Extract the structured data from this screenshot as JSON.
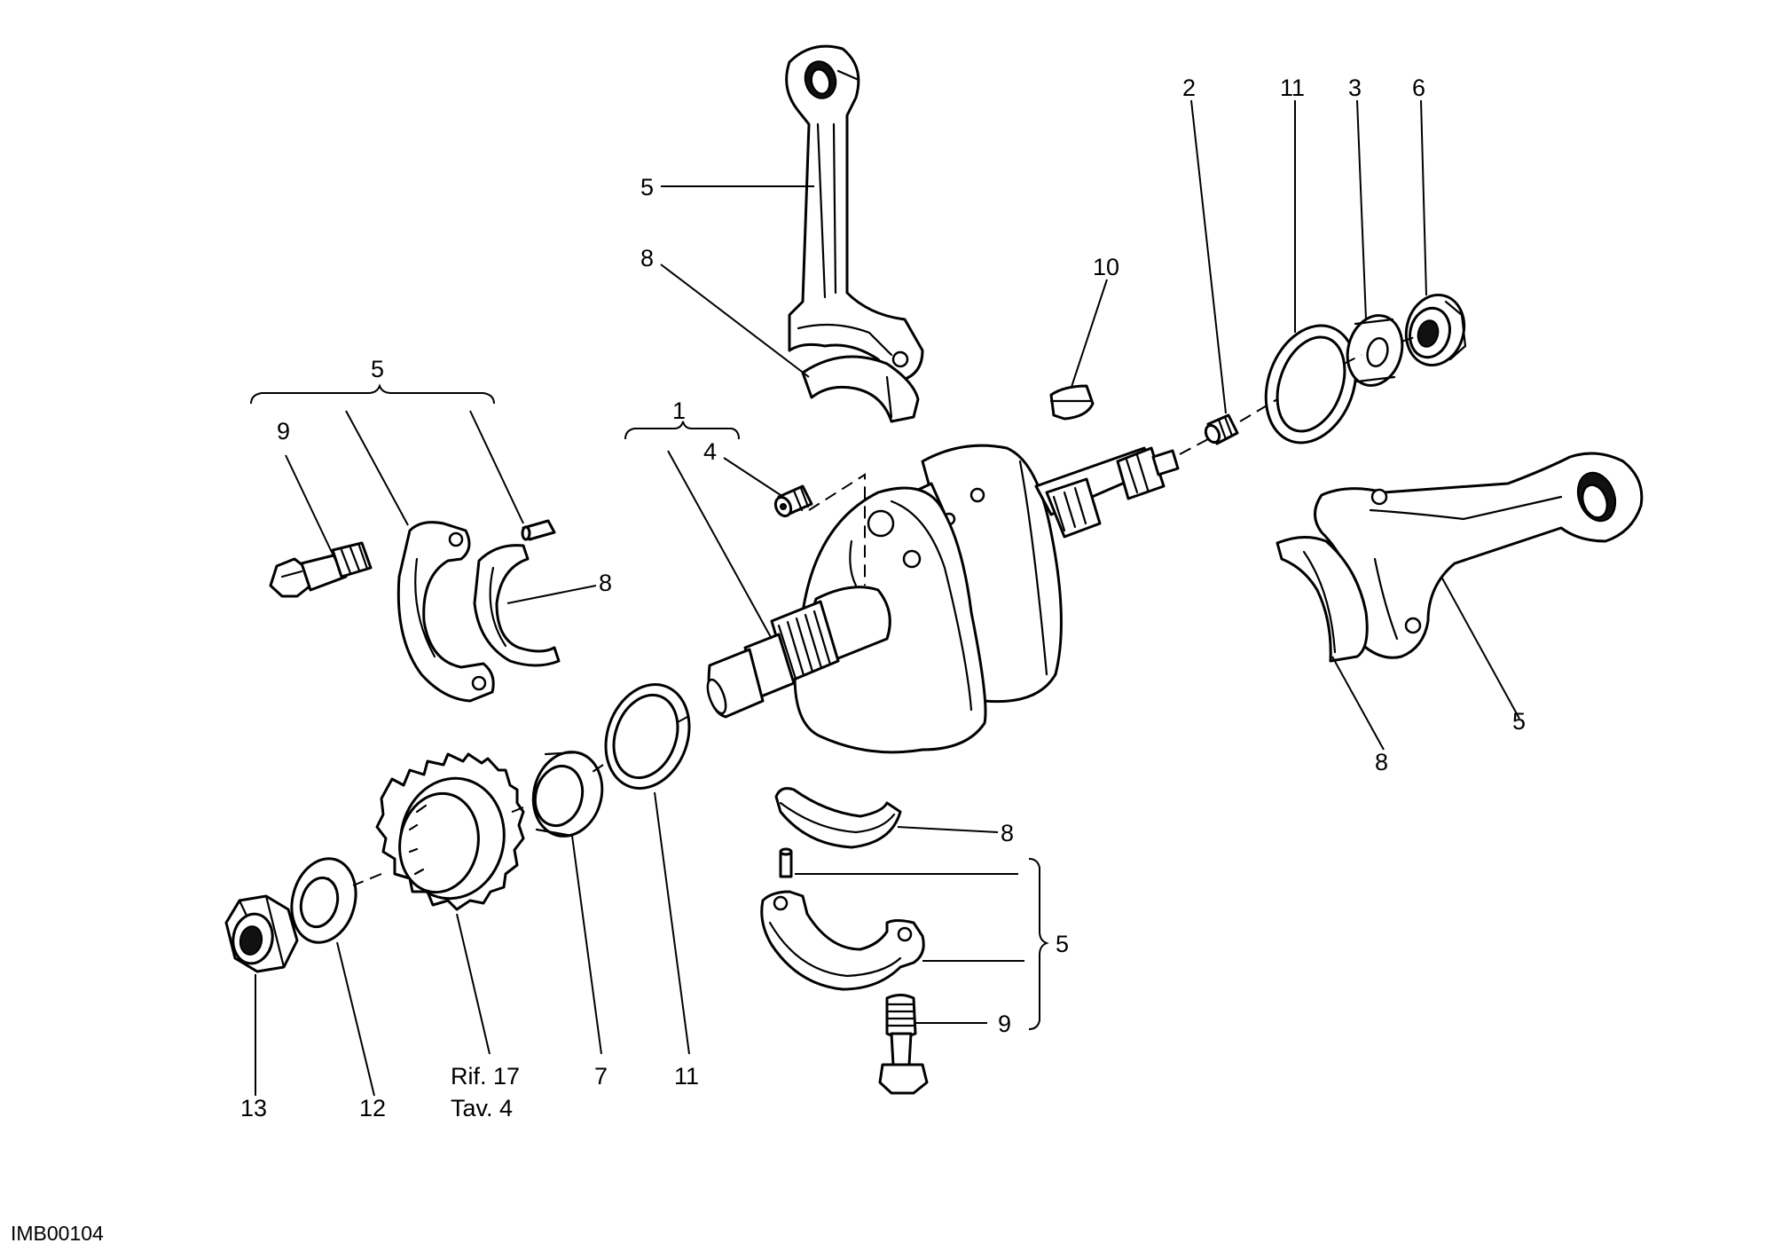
{
  "diagram": {
    "drawing_code": "IMB00104",
    "reference_note": {
      "line1": "Rif. 17",
      "line2": "Tav. 4"
    },
    "callouts": {
      "rod_top_5": "5",
      "rod_top_8": "8",
      "crank_1": "1",
      "crank_4": "4",
      "key_10": "10",
      "right_2": "2",
      "right_11": "11",
      "right_3": "3",
      "right_6": "6",
      "rod_right_5": "5",
      "rod_right_8": "8",
      "left_group_5": "5",
      "left_9": "9",
      "left_8": "8",
      "bottom_13": "13",
      "bottom_12": "12",
      "bottom_7": "7",
      "bottom_11": "11",
      "lower_8": "8",
      "lower_group_5": "5",
      "lower_9": "9"
    }
  }
}
